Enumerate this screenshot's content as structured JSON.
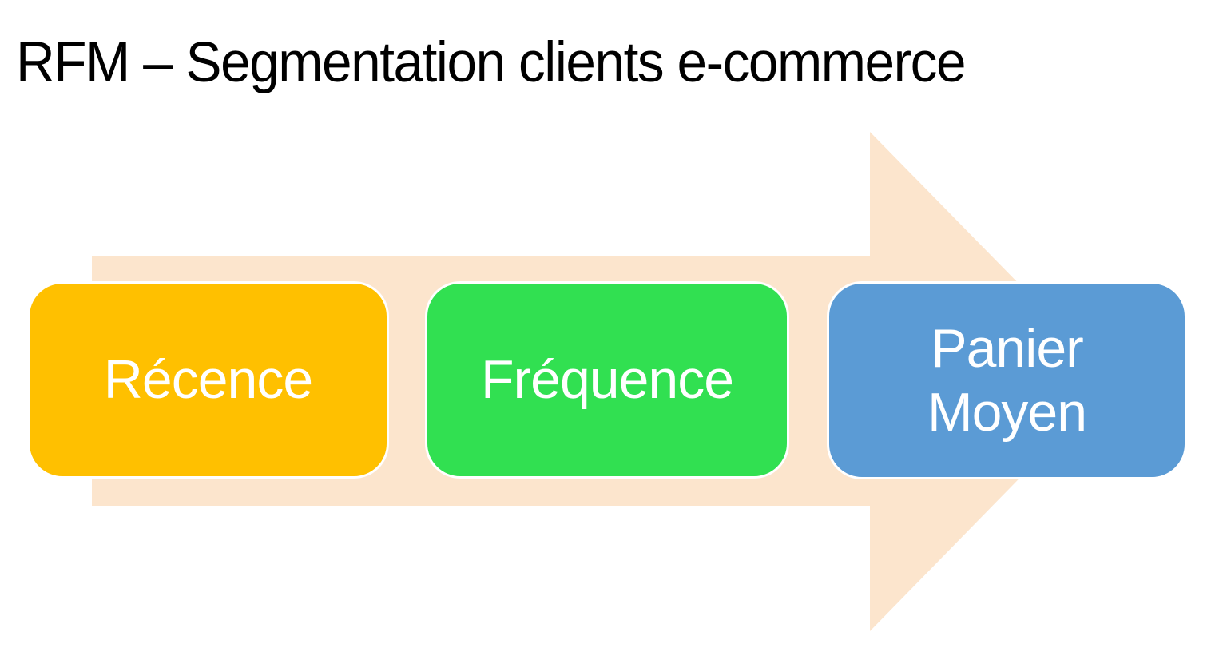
{
  "slide": {
    "title": "RFM – Segmentation clients e-commerce",
    "background_color": "#FFFFFF",
    "title_color": "#000000"
  },
  "diagram": {
    "type": "process-arrow",
    "direction": "right",
    "arrow_color": "#FCE5CD",
    "label_color": "#FFFFFF",
    "box_outline_color": "#FFFFFF",
    "steps": [
      {
        "id": "recence",
        "label": "Récence",
        "color": "#FFC000"
      },
      {
        "id": "frequence",
        "label": "Fréquence",
        "color": "#31E051"
      },
      {
        "id": "panier-moyen",
        "label": "Panier Moyen",
        "color": "#5B9BD5"
      }
    ]
  }
}
